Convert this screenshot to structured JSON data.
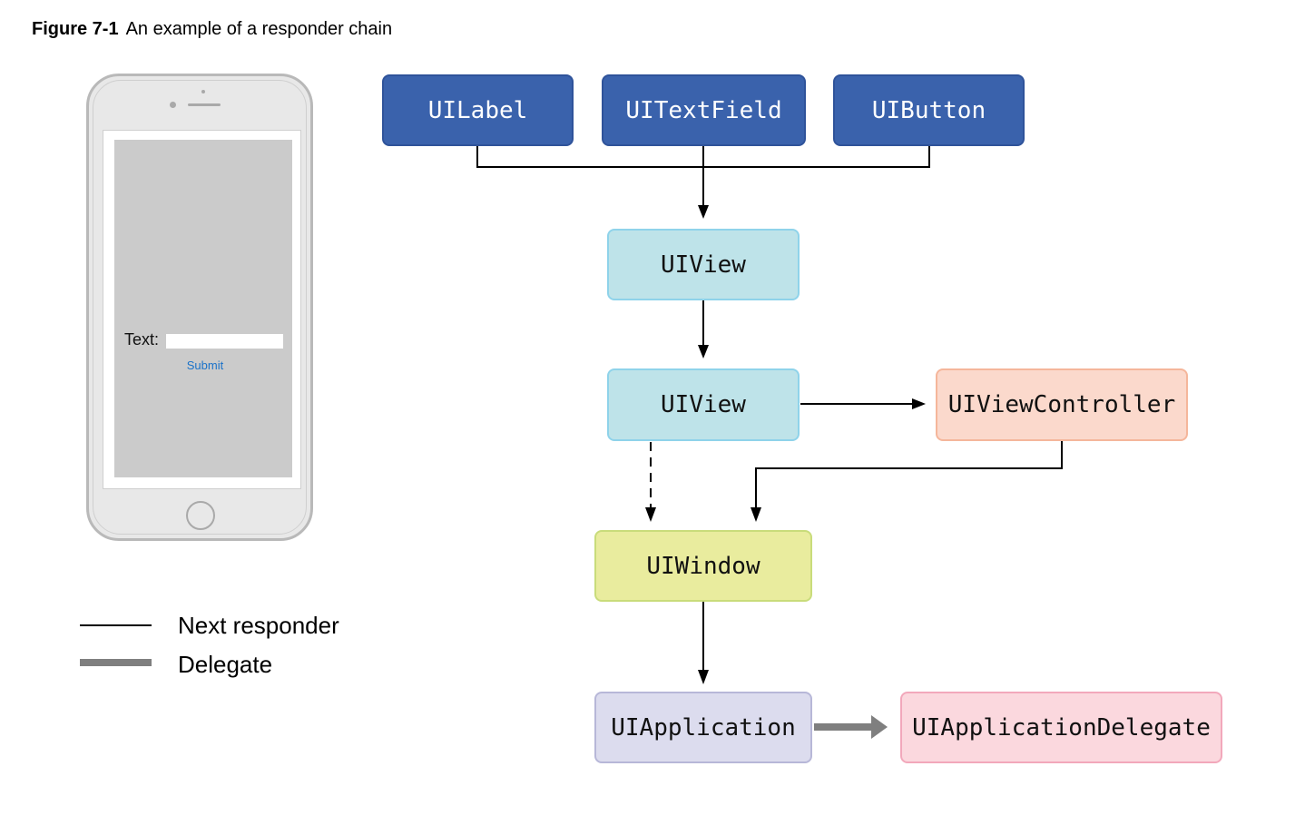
{
  "figure": {
    "number": "Figure 7-1",
    "title": "An example of a responder chain"
  },
  "phone": {
    "text_label": "Text:",
    "text_field_value": "",
    "submit_label": "Submit"
  },
  "legend": {
    "next_responder": "Next responder",
    "delegate": "Delegate"
  },
  "nodes": {
    "ui_label": "UILabel",
    "ui_text_field": "UITextField",
    "ui_button": "UIButton",
    "ui_view_1": "UIView",
    "ui_view_2": "UIView",
    "ui_view_controller": "UIViewController",
    "ui_window": "UIWindow",
    "ui_application": "UIApplication",
    "ui_application_delegate": "UIApplicationDelegate"
  },
  "colors": {
    "control_fill": "#3a62ac",
    "view_fill": "#bee3e9",
    "view_controller_fill": "#fbd9cc",
    "window_fill": "#e9ec9e",
    "application_fill": "#dcdcee",
    "app_delegate_fill": "#fbd8de",
    "next_responder_line": "#000000",
    "delegate_line": "#7f7f7f"
  }
}
